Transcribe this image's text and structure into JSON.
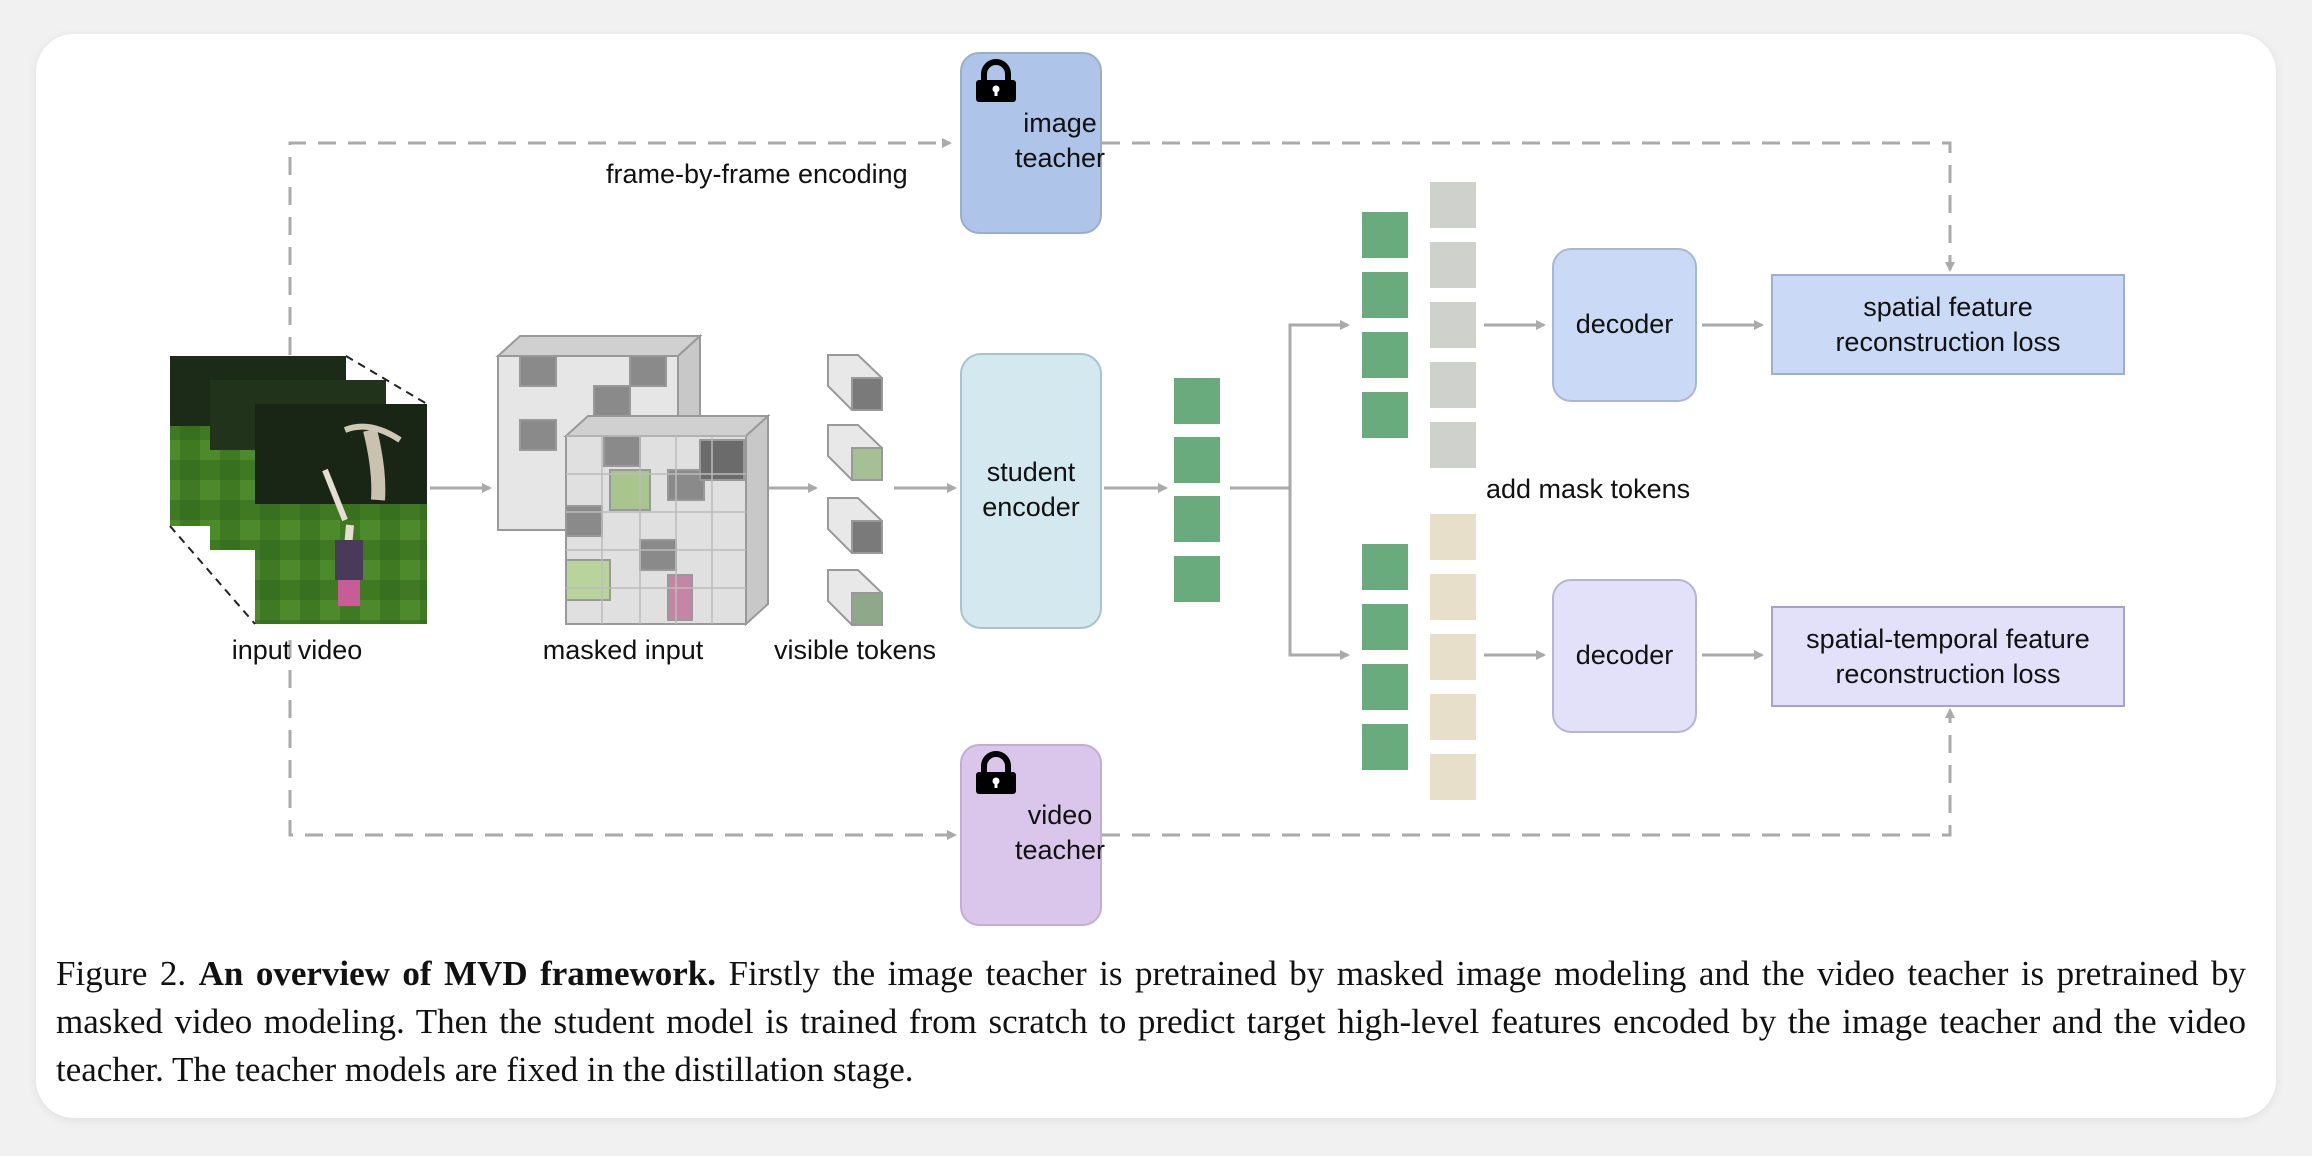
{
  "labels": {
    "image_teacher": "image teacher",
    "video_teacher": "video teacher",
    "student_encoder": "student encoder",
    "decoder_top": "decoder",
    "decoder_bottom": "decoder",
    "spatial_loss": "spatial feature reconstruction loss",
    "st_loss": "spatial-temporal feature reconstruction loss",
    "frame_by_frame": "frame-by-frame encoding",
    "add_mask_tokens": "add mask tokens",
    "input_video": "input video",
    "masked_input": "masked input",
    "visible_tokens": "visible tokens"
  },
  "caption": {
    "prefix": "Figure 2.",
    "title": "An overview of MVD framework.",
    "body": "Firstly the image teacher is pretrained by masked image modeling and the video teacher is pretrained by masked video modeling. Then the student model is trained from scratch to predict target high-level features encoded by the image teacher and the video teacher. The teacher models are fixed in the distillation stage."
  },
  "icons": {
    "image_teacher": "lock-icon",
    "video_teacher": "lock-icon"
  },
  "colors": {
    "image_teacher": "#aec4e8",
    "video_teacher": "#d9c6ea",
    "student_encoder": "#d3e9ef",
    "decoder_top": "#c9d9f6",
    "decoder_bottom": "#e3e0fa",
    "spatial_loss": "#c9d9f6",
    "st_loss": "#e3e0fa",
    "feature_token": "#6aab7e",
    "mask_token_top": "#cfd1cd",
    "mask_token_bottom": "#e8dfcb",
    "arrow": "#aaaaaa"
  }
}
